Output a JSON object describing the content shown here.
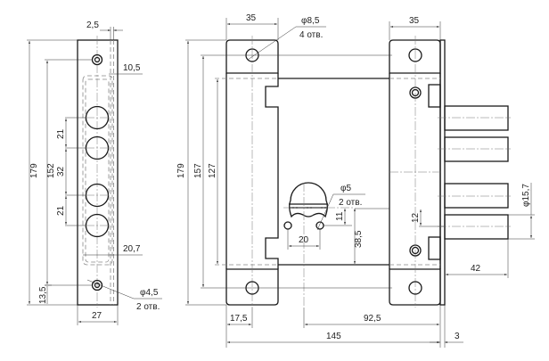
{
  "drawing": {
    "subject": "Mortise lock technical drawing",
    "colors": {
      "line": "#1a1a1a",
      "dimension": "#333333",
      "background": "#ffffff"
    },
    "faceplate_view": {
      "dims": {
        "top_offset": "2,5",
        "inner_offset": "10,5",
        "total_height": "179",
        "hole_spacing": "152",
        "pitch_top": "21",
        "pitch_mid": "32",
        "pitch_bottom": "21",
        "inner_width": "20,7",
        "bottom_offset": "13,5",
        "width": "27"
      },
      "hole_callout": {
        "diameter": "φ4,5",
        "count": "2 отв."
      }
    },
    "front_view": {
      "dims": {
        "left_tab_width": "35",
        "right_tab_width": "35",
        "total_height": "179",
        "hole_spacing": "157",
        "body_height": "127",
        "cyl_offset": "11",
        "cyl_hole_spacing": "20",
        "cyl_height": "38,5",
        "bolt_spacing": "12",
        "bolt_diameter": "φ15,7",
        "bolt_throw": "42",
        "left_offset": "17,5",
        "backset": "92,5",
        "total_width": "145",
        "plate_thickness": "3"
      },
      "mount_hole_callout": {
        "diameter": "φ8,5",
        "count": "4 отв."
      },
      "cyl_hole_callout": {
        "diameter": "φ5",
        "count": "2 отв."
      }
    }
  }
}
